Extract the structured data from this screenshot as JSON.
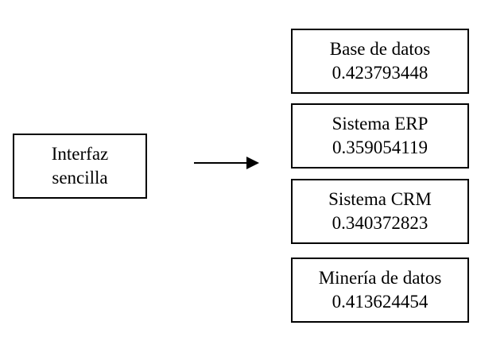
{
  "diagram": {
    "source": {
      "lines": [
        "Interfaz",
        "sencilla"
      ]
    },
    "targets": [
      {
        "title": "Base de datos",
        "value": "0.423793448"
      },
      {
        "title": "Sistema ERP",
        "value": "0.359054119"
      },
      {
        "title": "Sistema CRM",
        "value": "0.340372823"
      },
      {
        "title": "Minería de datos",
        "value": "0.413624454"
      }
    ],
    "colors": {
      "stroke": "#000000",
      "background": "#ffffff",
      "text": "#000000"
    },
    "arrow_icon": "arrow-right-icon"
  }
}
